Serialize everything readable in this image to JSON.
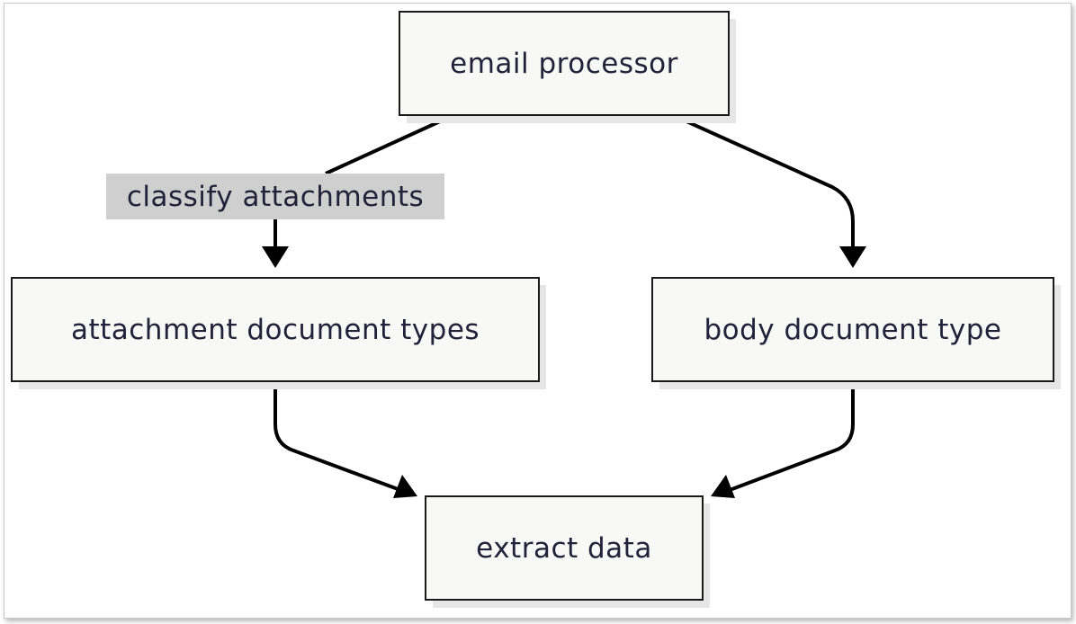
{
  "nodes": {
    "email_processor": "email processor",
    "attachment_types": "attachment document types",
    "body_type": "body document type",
    "extract_data": "extract data"
  },
  "edge_labels": {
    "classify": "classify attachments"
  }
}
